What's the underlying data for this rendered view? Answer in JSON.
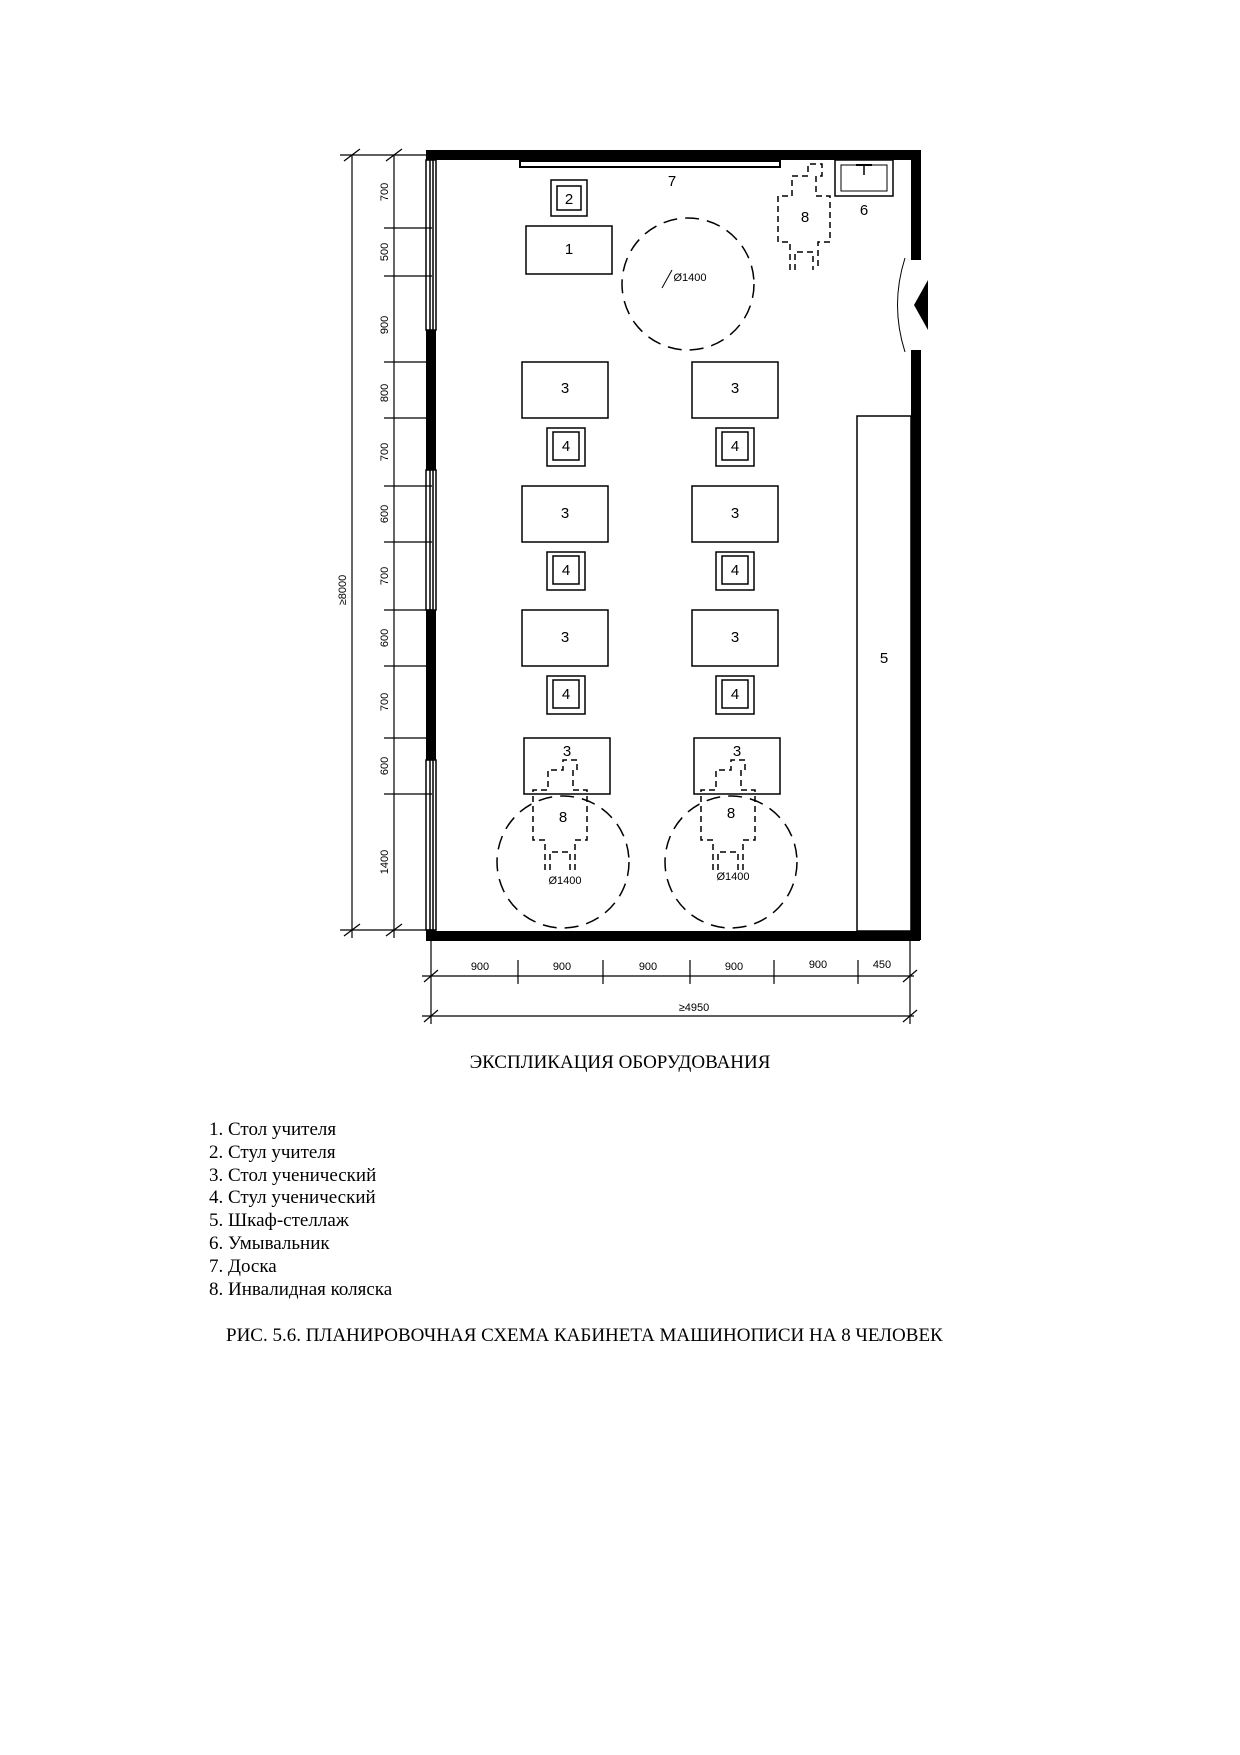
{
  "plan_labels": {
    "board": "7",
    "teacher_chair": "2",
    "teacher_desk": "1",
    "sink": "6",
    "wheelchair": "8",
    "student_desk": "3",
    "student_chair": "4",
    "cabinet": "5",
    "circle_top": "Ø1400",
    "circle_bottom_left": "Ø1400",
    "circle_bottom_right": "Ø1400"
  },
  "dimensions": {
    "left_segments": [
      "700",
      "500",
      "900",
      "800",
      "700",
      "600",
      "700",
      "600",
      "700",
      "600",
      "1400"
    ],
    "left_total": "≥8000",
    "bottom_segments": [
      "900",
      "900",
      "900",
      "900",
      "900",
      "450"
    ],
    "bottom_total": "≥4950"
  },
  "heading": "ЭКСПЛИКАЦИЯ ОБОРУДОВАНИЯ",
  "legend": [
    "1. Стол учителя",
    "2. Стул учителя",
    "3. Стол ученический",
    "4. Стул ученический",
    "5. Шкаф-стеллаж",
    "6. Умывальник",
    "7. Доска",
    "8. Инвалидная коляска"
  ],
  "caption": "РИС. 5.6. ПЛАНИРОВОЧНАЯ СХЕМА КАБИНЕТА МАШИНОПИСИ НА 8 ЧЕЛОВЕК"
}
